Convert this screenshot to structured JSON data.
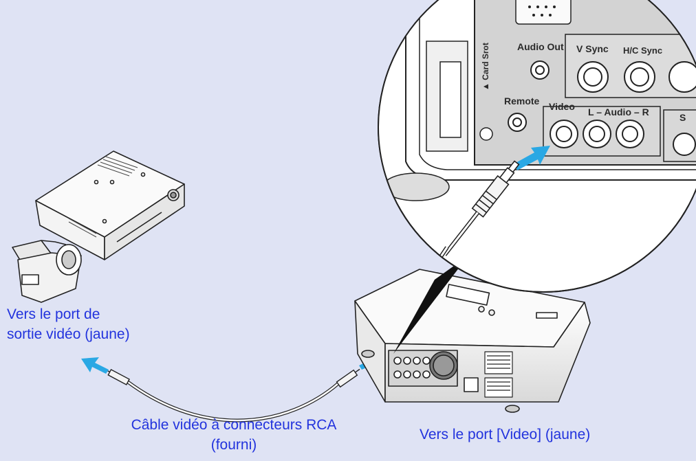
{
  "labels": {
    "source_line1": "Vers le port de",
    "source_line2": "sortie vidéo (jaune)",
    "cable_line1": "Câble vidéo à connecteurs RCA",
    "cable_line2": "(fourni)",
    "video_port": "Vers le port [Video] (jaune)"
  },
  "panel": {
    "audio_out": "Audio Out",
    "v_sync": "V Sync",
    "hc_sync": "H/C Sync",
    "card_slot": "▲ Card Srot",
    "remote": "Remote",
    "video": "Video",
    "audio_lr": "L – Audio – R",
    "s_video": "S"
  },
  "colors": {
    "background": "#dfe3f4",
    "caption_text": "#2233dd",
    "arrow": "#2aa8e4"
  },
  "icons": [
    "vcr-device",
    "camcorder-device",
    "projector-device",
    "rca-cable",
    "direction-arrow"
  ]
}
